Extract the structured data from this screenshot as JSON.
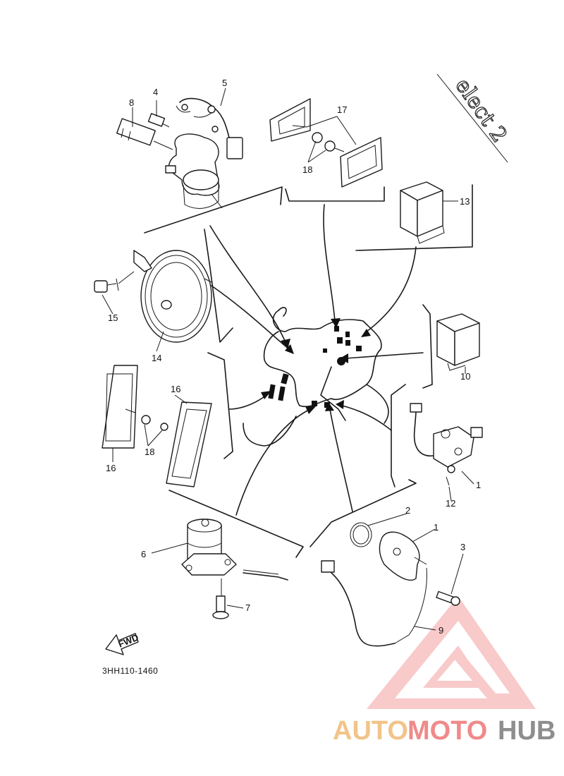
{
  "handwritten_note": "elect 2",
  "diagram_code": "3HH110-1460",
  "fwd_label": "FWD",
  "callouts": [
    "1",
    "1",
    "2",
    "3",
    "4",
    "5",
    "6",
    "7",
    "8",
    "9",
    "10",
    "12",
    "13",
    "14",
    "15",
    "16",
    "16",
    "17",
    "18",
    "18"
  ],
  "watermark": {
    "part_auto": "AUTO",
    "part_moto": "MOTO",
    "part_hub": "HUB",
    "colors": {
      "auto": "#f2c48a",
      "moto": "#f08a8a",
      "hub": "#8e8e8e",
      "logo": "#f4a0a0"
    }
  }
}
